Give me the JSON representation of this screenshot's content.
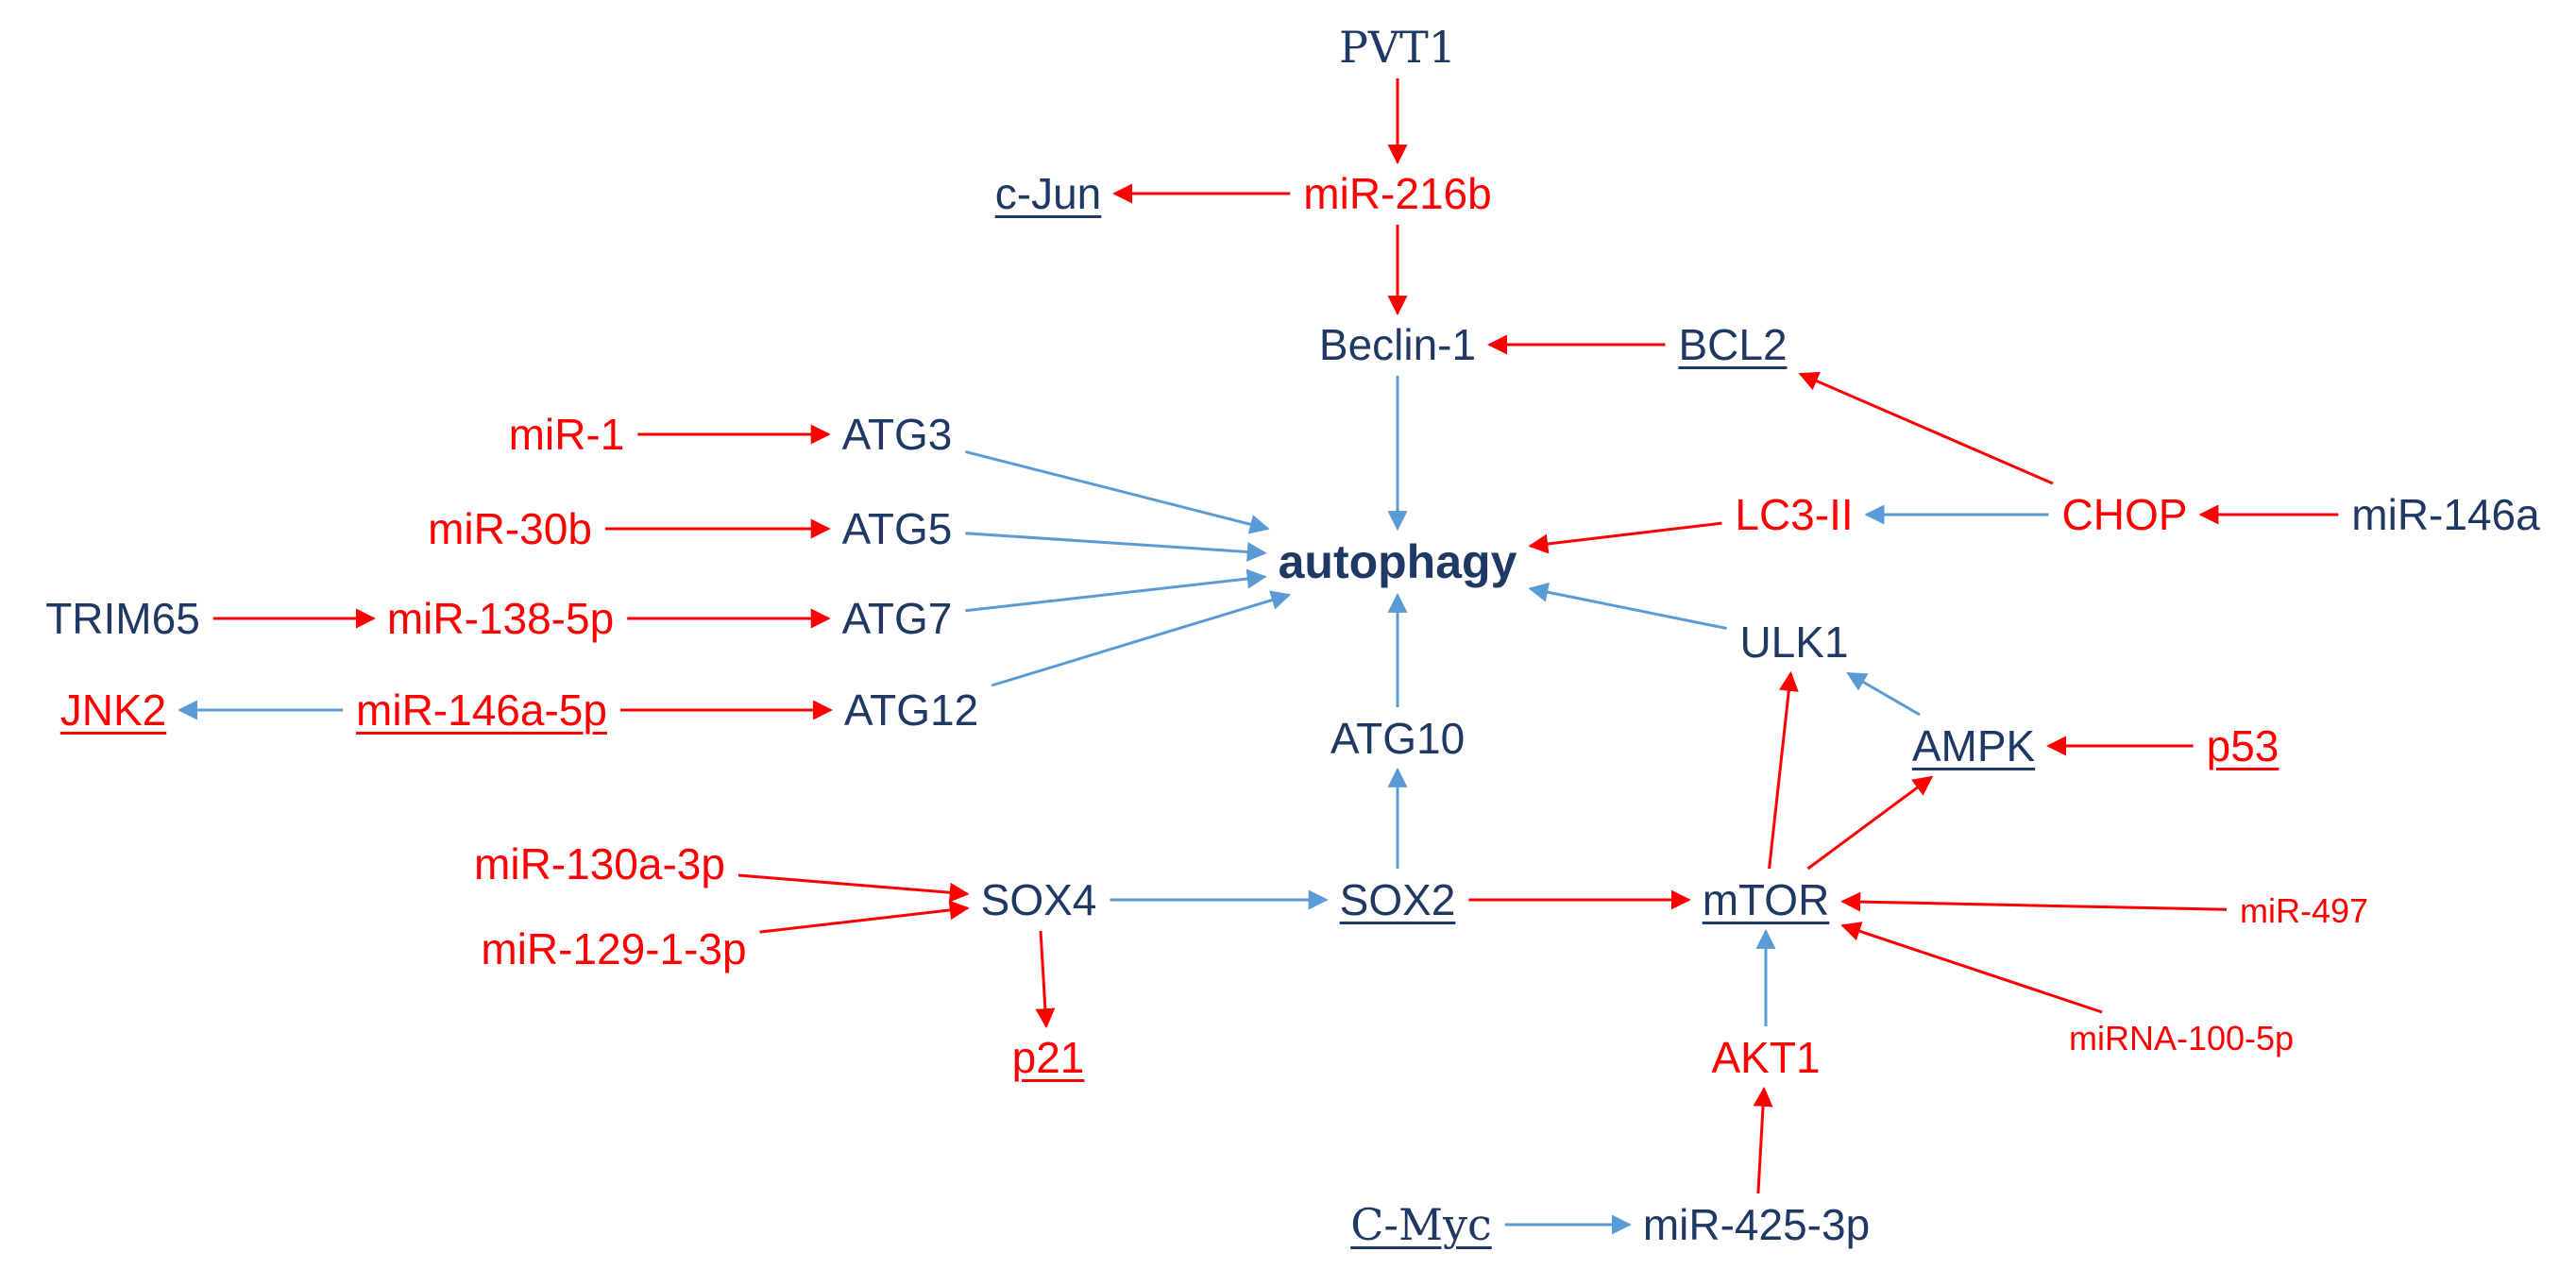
{
  "colors": {
    "node_dark": "#1f3864",
    "node_red": "#ff0000",
    "edge_red": "#ff0000",
    "edge_blue": "#5b9bd5"
  },
  "nodes": {
    "pvt1": "PVT1",
    "c_jun": "c-Jun",
    "mir_216b": "miR-216b",
    "beclin_1": "Beclin-1",
    "bcl2": "BCL2",
    "mir_1": "miR-1",
    "atg3": "ATG3",
    "mir_30b": "miR-30b",
    "atg5": "ATG5",
    "autophagy": "autophagy",
    "lc3_ii": "LC3-II",
    "chop": "CHOP",
    "mir_146a": "miR-146a",
    "trim65": "TRIM65",
    "mir_138_5p": "miR-138-5p",
    "atg7": "ATG7",
    "ulk1": "ULK1",
    "jnk2": "JNK2",
    "mir_146a_5p": "miR-146a-5p",
    "atg12": "ATG12",
    "atg10": "ATG10",
    "ampk": "AMPK",
    "p53": "p53",
    "mir_130a_3p": "miR-130a-3p",
    "mir_129_1_3p": "miR-129-1-3p",
    "sox4": "SOX4",
    "sox2": "SOX2",
    "mtor": "mTOR",
    "mir_497": "miR-497",
    "mirna_100_5p": "miRNA-100-5p",
    "p21": "p21",
    "akt1": "AKT1",
    "c_myc": "C-Myc",
    "mir_425_3p": "miR-425-3p"
  },
  "edges": [
    {
      "from": "pvt1",
      "to": "mir_216b",
      "color": "red"
    },
    {
      "from": "mir_216b",
      "to": "c_jun",
      "color": "red"
    },
    {
      "from": "mir_216b",
      "to": "beclin_1",
      "color": "red"
    },
    {
      "from": "bcl2",
      "to": "beclin_1",
      "color": "red"
    },
    {
      "from": "chop",
      "to": "bcl2",
      "color": "red"
    },
    {
      "from": "beclin_1",
      "to": "autophagy",
      "color": "blue"
    },
    {
      "from": "mir_1",
      "to": "atg3",
      "color": "red"
    },
    {
      "from": "mir_30b",
      "to": "atg5",
      "color": "red"
    },
    {
      "from": "mir_138_5p",
      "to": "atg7",
      "color": "red"
    },
    {
      "from": "trim65",
      "to": "mir_138_5p",
      "color": "red"
    },
    {
      "from": "mir_146a_5p",
      "to": "jnk2",
      "color": "blue"
    },
    {
      "from": "mir_146a_5p",
      "to": "atg12",
      "color": "red"
    },
    {
      "from": "atg3",
      "to": "autophagy",
      "color": "blue"
    },
    {
      "from": "atg5",
      "to": "autophagy",
      "color": "blue"
    },
    {
      "from": "atg7",
      "to": "autophagy",
      "color": "blue"
    },
    {
      "from": "atg12",
      "to": "autophagy",
      "color": "blue"
    },
    {
      "from": "chop",
      "to": "lc3_ii",
      "color": "blue"
    },
    {
      "from": "mir_146a",
      "to": "chop",
      "color": "red"
    },
    {
      "from": "lc3_ii",
      "to": "autophagy",
      "color": "red"
    },
    {
      "from": "ulk1",
      "to": "autophagy",
      "color": "blue"
    },
    {
      "from": "atg10",
      "to": "autophagy",
      "color": "blue"
    },
    {
      "from": "sox2",
      "to": "atg10",
      "color": "blue"
    },
    {
      "from": "ampk",
      "to": "ulk1",
      "color": "blue"
    },
    {
      "from": "p53",
      "to": "ampk",
      "color": "red"
    },
    {
      "from": "mtor",
      "to": "ulk1",
      "color": "red"
    },
    {
      "from": "mtor",
      "to": "ampk",
      "color": "red"
    },
    {
      "from": "mir_130a_3p",
      "to": "sox4",
      "color": "red"
    },
    {
      "from": "mir_129_1_3p",
      "to": "sox4",
      "color": "red"
    },
    {
      "from": "sox4",
      "to": "sox2",
      "color": "blue"
    },
    {
      "from": "sox4",
      "to": "p21",
      "color": "red"
    },
    {
      "from": "sox2",
      "to": "mtor",
      "color": "red"
    },
    {
      "from": "mir_497",
      "to": "mtor",
      "color": "red"
    },
    {
      "from": "mirna_100_5p",
      "to": "mtor",
      "color": "red"
    },
    {
      "from": "akt1",
      "to": "mtor",
      "color": "blue"
    },
    {
      "from": "mir_425_3p",
      "to": "akt1",
      "color": "red"
    },
    {
      "from": "c_myc",
      "to": "mir_425_3p",
      "color": "blue"
    }
  ]
}
